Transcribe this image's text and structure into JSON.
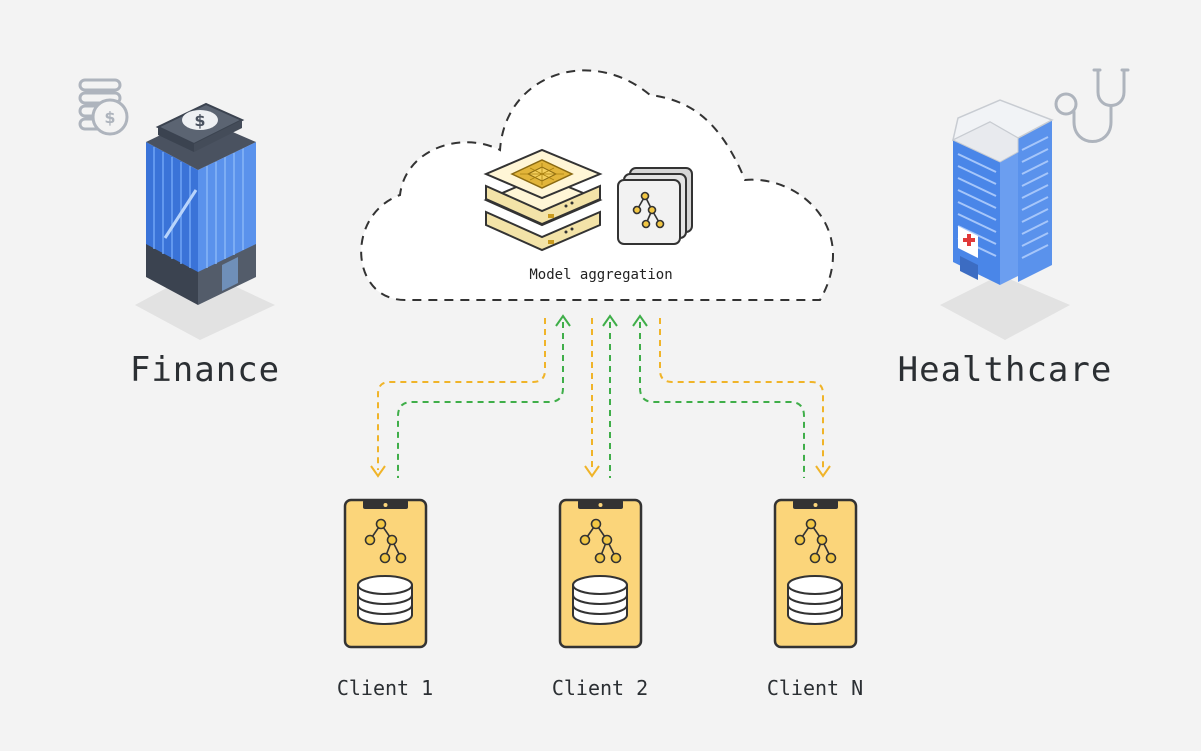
{
  "labels": {
    "finance": "Finance",
    "healthcare": "Healthcare",
    "aggregation": "Model aggregation",
    "clients": [
      "Client 1",
      "Client 2",
      "Client N"
    ]
  },
  "colors": {
    "background": "#f3f3f3",
    "download_arrow": "#f0b429",
    "upload_arrow": "#3fae49",
    "phone_screen": "#fbd57a",
    "building_blue": "#3f7de0",
    "building_dark": "#4a5260",
    "chip_gold": "#e2b53a"
  },
  "icons": {
    "finance_building": "finance-building-icon",
    "coins": "coins-dollar-icon",
    "hospital": "hospital-building-icon",
    "stethoscope": "stethoscope-icon",
    "server": "server-chip-icon",
    "model_stack": "model-tree-stack-icon",
    "client_device": "smartphone-icon",
    "model_tree": "model-tree-icon",
    "database": "database-icon"
  }
}
